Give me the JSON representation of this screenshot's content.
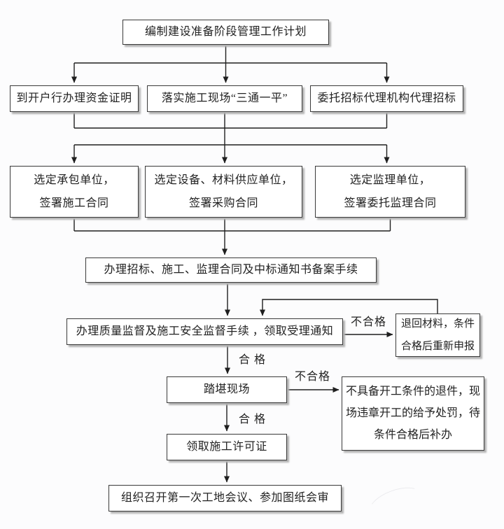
{
  "diagram_type": "flowchart",
  "language": "zh-CN",
  "nodes": {
    "plan": {
      "text": "编制建设准备阶段管理工作计划"
    },
    "fund": {
      "text": "到开户行办理资金证明"
    },
    "site": {
      "text": "落实施工现场“三通一平”"
    },
    "agency": {
      "text": "委托招标代理机构代理招标"
    },
    "contractor": {
      "line1": "选定承包单位，",
      "line2": "签署施工合同"
    },
    "supplier": {
      "line1": "选定设备、材料供应单位，",
      "line2": "签署采购合同"
    },
    "supervisor": {
      "line1": "选定监理单位，",
      "line2": "签署委托监理合同"
    },
    "filing": {
      "text": "办理招标、施工、监理合同及中标通知书备案手续"
    },
    "quality": {
      "text": "办理质量监督及施工安全监督手续 ，领取受理通知"
    },
    "resubmit": {
      "line1": "退回材料，条件",
      "line2": "合格后重新申报"
    },
    "inspect": {
      "text": "踏堪现场"
    },
    "penalty": {
      "line1": "不具备开工条件的退件，现",
      "line2": "场违章开工的给予处罚，待",
      "line3": "条件合格后补办"
    },
    "permit": {
      "text": "领取施工许可证"
    },
    "meeting": {
      "text": "组织召开第一次工地会议、参加图纸会审"
    }
  },
  "edge_labels": {
    "fail1": "不合格",
    "pass1": "合 格",
    "fail2": "不合格",
    "pass2": "合 格"
  },
  "colors": {
    "background": "#fcfcfd",
    "box_fill": "#ffffff",
    "box_border": "#3a3a3a",
    "box_shadow": "#b3b3b3",
    "line": "#1f1f1f",
    "text": "#222222"
  }
}
